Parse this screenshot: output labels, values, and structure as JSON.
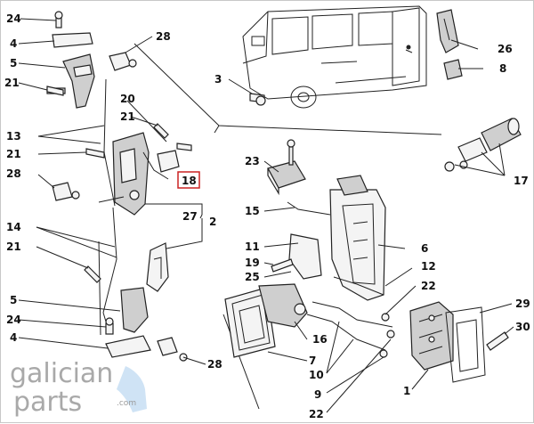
{
  "callouts": {
    "c24a": "24",
    "c4a": "4",
    "c5a": "5",
    "c21a": "21",
    "c28a": "28",
    "c13": "13",
    "c21b": "21",
    "c20": "20",
    "c21c": "21",
    "c28b": "28",
    "c18": "18",
    "c27": "27",
    "c2": "2",
    "c14": "14",
    "c21d": "21",
    "c5b": "5",
    "c24b": "24",
    "c4b": "4",
    "c28c": "28",
    "c3": "3",
    "c26": "26",
    "c8": "8",
    "c17": "17",
    "c23": "23",
    "c15": "15",
    "c11": "11",
    "c19": "19",
    "c25": "25",
    "c6": "6",
    "c12": "12",
    "c22a": "22",
    "c16": "16",
    "c7": "7",
    "c10": "10",
    "c9": "9",
    "c22b": "22",
    "c1": "1",
    "c29": "29",
    "c30": "30"
  },
  "watermark": {
    "line1": "galician",
    "line2": "parts",
    "suffix": ".com"
  },
  "colors": {
    "highlight_box": "#cc2222",
    "ink": "#222222",
    "watermark": "#a9a9a9",
    "water_blue": "#cfe3f5"
  }
}
